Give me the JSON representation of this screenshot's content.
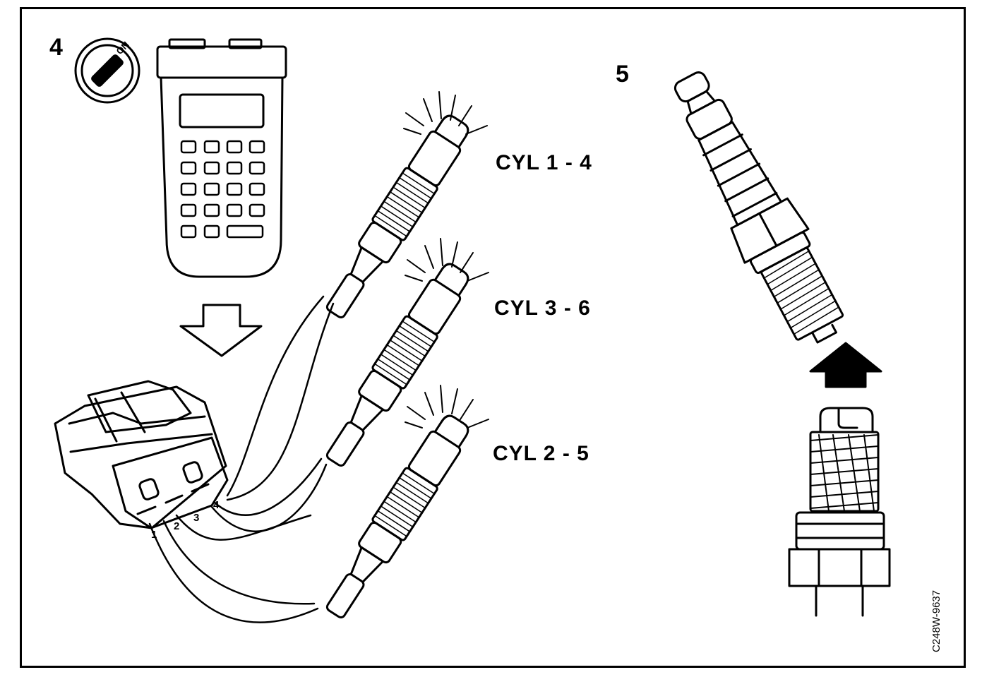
{
  "steps": {
    "step_4": "4",
    "step_5": "5"
  },
  "switch_label": "ON",
  "cylinder_labels": [
    "CYL 1 - 4",
    "CYL 3 - 6",
    "CYL 2 - 5"
  ],
  "pin_numbers": [
    "1",
    "2",
    "3",
    "4"
  ],
  "figure_code": "C248W-9637",
  "colors": {
    "ink": "#000000",
    "paper": "#ffffff"
  }
}
